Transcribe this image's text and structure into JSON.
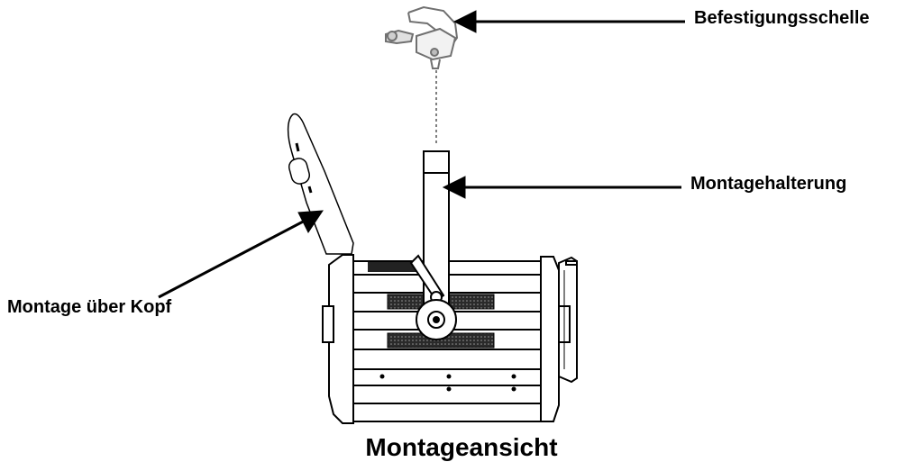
{
  "labels": {
    "clamp": "Befestigungsschelle",
    "bracket": "Montagehalterung",
    "overhead": "Montage über Kopf"
  },
  "caption": "Montageansicht",
  "colors": {
    "line": "#000000",
    "background": "#ffffff",
    "vent": "#333333",
    "clamp": "#888888"
  }
}
